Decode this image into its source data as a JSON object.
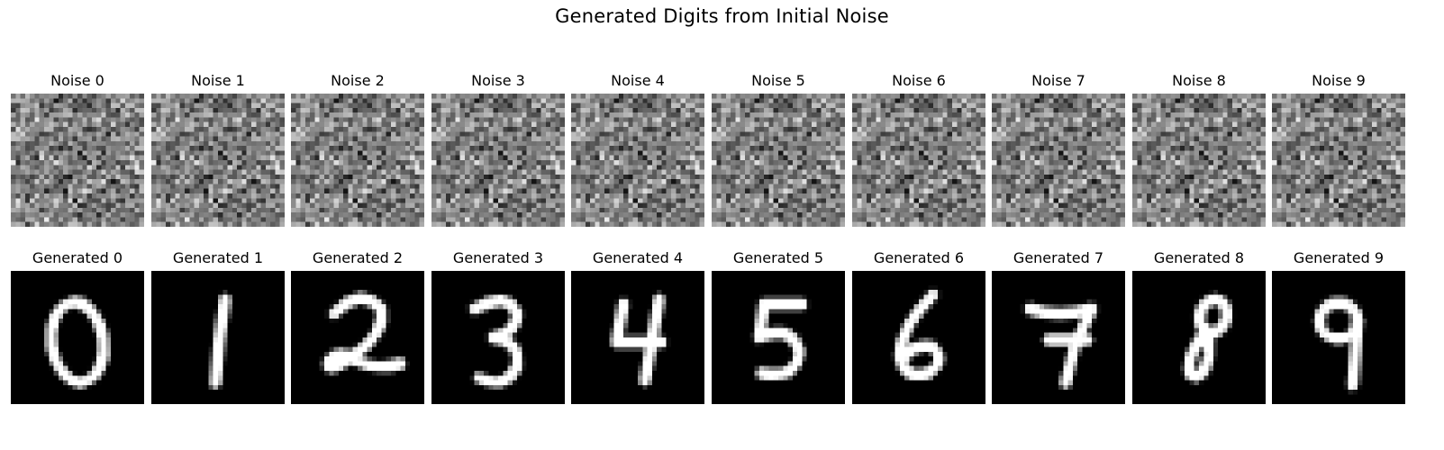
{
  "figure": {
    "title": "Generated Digits from Initial Noise"
  },
  "noise_row": {
    "panels": [
      {
        "title": "Noise 0"
      },
      {
        "title": "Noise 1"
      },
      {
        "title": "Noise 2"
      },
      {
        "title": "Noise 3"
      },
      {
        "title": "Noise 4"
      },
      {
        "title": "Noise 5"
      },
      {
        "title": "Noise 6"
      },
      {
        "title": "Noise 7"
      },
      {
        "title": "Noise 8"
      },
      {
        "title": "Noise 9"
      }
    ]
  },
  "generated_row": {
    "panels": [
      {
        "title": "Generated 0",
        "digit": "0"
      },
      {
        "title": "Generated 1",
        "digit": "1"
      },
      {
        "title": "Generated 2",
        "digit": "2"
      },
      {
        "title": "Generated 3",
        "digit": "3"
      },
      {
        "title": "Generated 4",
        "digit": "4"
      },
      {
        "title": "Generated 5",
        "digit": "5"
      },
      {
        "title": "Generated 6",
        "digit": "6"
      },
      {
        "title": "Generated 7",
        "digit": "7"
      },
      {
        "title": "Generated 8",
        "digit": "8"
      },
      {
        "title": "Generated 9",
        "digit": "9"
      }
    ]
  },
  "colors": {
    "background": "#ffffff",
    "digit_background": "#000000",
    "digit_stroke": "#ffffff"
  },
  "image_grid_size": 28
}
